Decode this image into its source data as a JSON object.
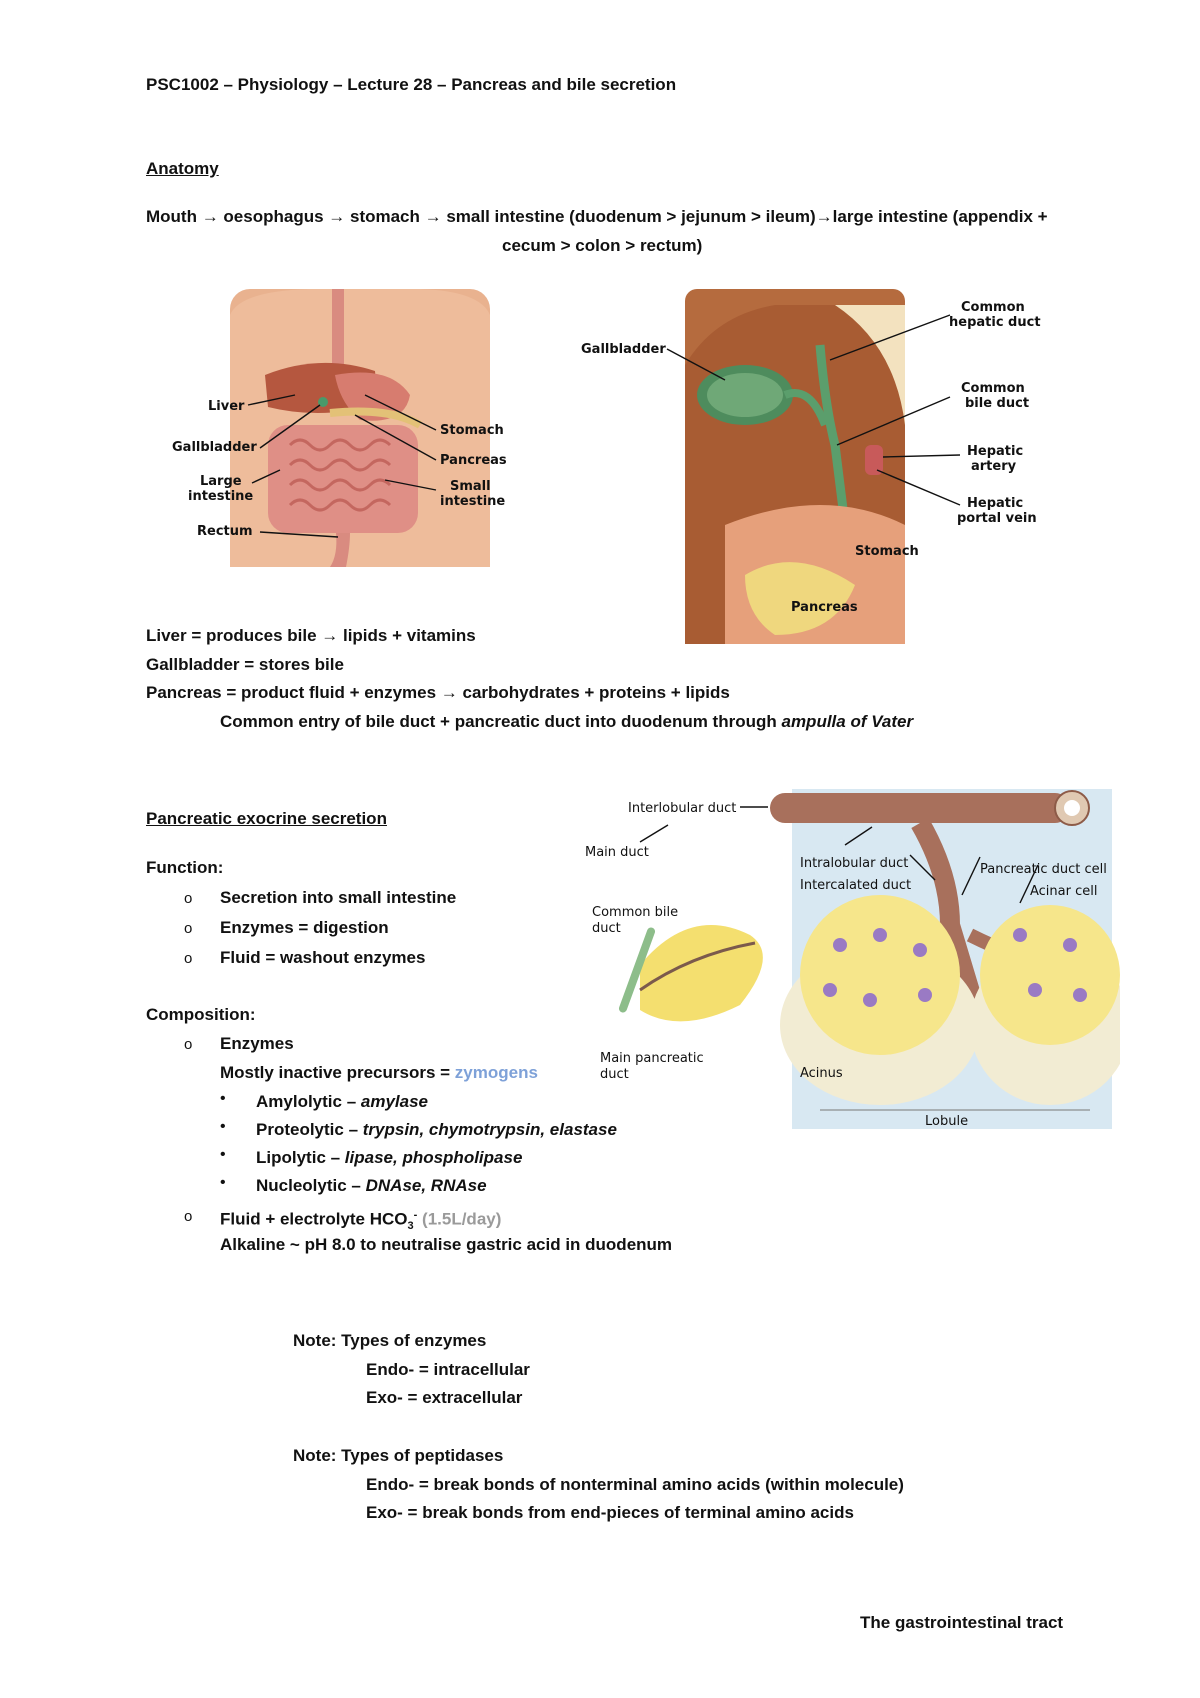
{
  "header": {
    "title": "PSC1002 – Physiology – Lecture 28 – Pancreas and bile secretion"
  },
  "anatomy": {
    "heading": "Anatomy",
    "path_line1": "Mouth → oesophagus → stomach → small intestine (duodenum > jejunum > ileum)→large intestine (appendix +",
    "path_line2": "cecum > colon > rectum)"
  },
  "figure1": {
    "labels": {
      "liver": "Liver",
      "gallbladder": "Gallbladder",
      "large_intestine_1": "Large",
      "large_intestine_2": "intestine",
      "rectum": "Rectum",
      "stomach": "Stomach",
      "pancreas": "Pancreas",
      "small_intestine_1": "Small",
      "small_intestine_2": "intestine"
    }
  },
  "figure2": {
    "labels": {
      "gallbladder": "Gallbladder",
      "common_hepatic_1": "Common",
      "common_hepatic_2": "hepatic duct",
      "common_bile_1": "Common",
      "common_bile_2": "bile duct",
      "hepatic_artery_1": "Hepatic",
      "hepatic_artery_2": "artery",
      "portal_vein_1": "Hepatic",
      "portal_vein_2": "portal vein",
      "stomach": "Stomach",
      "pancreas": "Pancreas"
    }
  },
  "organs": {
    "liver": "Liver = produces bile → lipids + vitamins",
    "gallbladder": "Gallbladder = stores bile",
    "pancreas": "Pancreas = product fluid + enzymes → carbohydrates + proteins + lipids",
    "common_entry_prefix": "Common entry of bile duct + pancreatic duct into duodenum through ",
    "common_entry_italic": "ampulla of Vater"
  },
  "exocrine": {
    "heading": "Pancreatic exocrine secretion",
    "function_label": "Function:",
    "functions": [
      "Secretion into small intestine",
      "Enzymes = digestion",
      "Fluid = washout enzymes"
    ],
    "composition_label": "Composition:",
    "enzymes_label": "Enzymes",
    "precursors_prefix": "Mostly inactive precursors = ",
    "precursors_highlight": "zymogens",
    "enzyme_types": [
      {
        "name": "Amylolytic – ",
        "examples": "amylase"
      },
      {
        "name": "Proteolytic – ",
        "examples": "trypsin, chymotrypsin, elastase"
      },
      {
        "name": "Lipolytic – ",
        "examples": "lipase, phospholipase"
      },
      {
        "name": "Nucleolytic – ",
        "examples": "DNAse, RNAse"
      }
    ],
    "fluid_prefix": "Fluid + electrolyte HCO",
    "fluid_sub": "3",
    "fluid_sup": "-",
    "fluid_rate": " (1.5L/day)",
    "alkaline": "Alkaline ~ pH 8.0 to neutralise gastric acid in duodenum"
  },
  "figure3": {
    "labels": {
      "interlobular": "Interlobular duct",
      "main_duct": "Main duct",
      "intralobular": "Intralobular duct",
      "intercalated": "Intercalated duct",
      "duct_cell": "Pancreatic duct cell",
      "acinar_cell": "Acinar cell",
      "common_bile_1": "Common bile",
      "common_bile_2": "duct",
      "main_panc_1": "Main pancreatic",
      "main_panc_2": "duct",
      "acinus": "Acinus",
      "lobule": "Lobule"
    }
  },
  "notes": {
    "enzymes_title": "Note: Types of enzymes",
    "endo_enzyme": "Endo- = intracellular",
    "exo_enzyme": "Exo- = extracellular",
    "peptidases_title": "Note: Types of peptidases",
    "endo_peptidase": "Endo- = break bonds of nonterminal amino acids (within molecule)",
    "exo_peptidase": "Exo- = break bonds from end-pieces of terminal amino acids"
  },
  "footer": {
    "text": "The gastrointestinal tract"
  }
}
